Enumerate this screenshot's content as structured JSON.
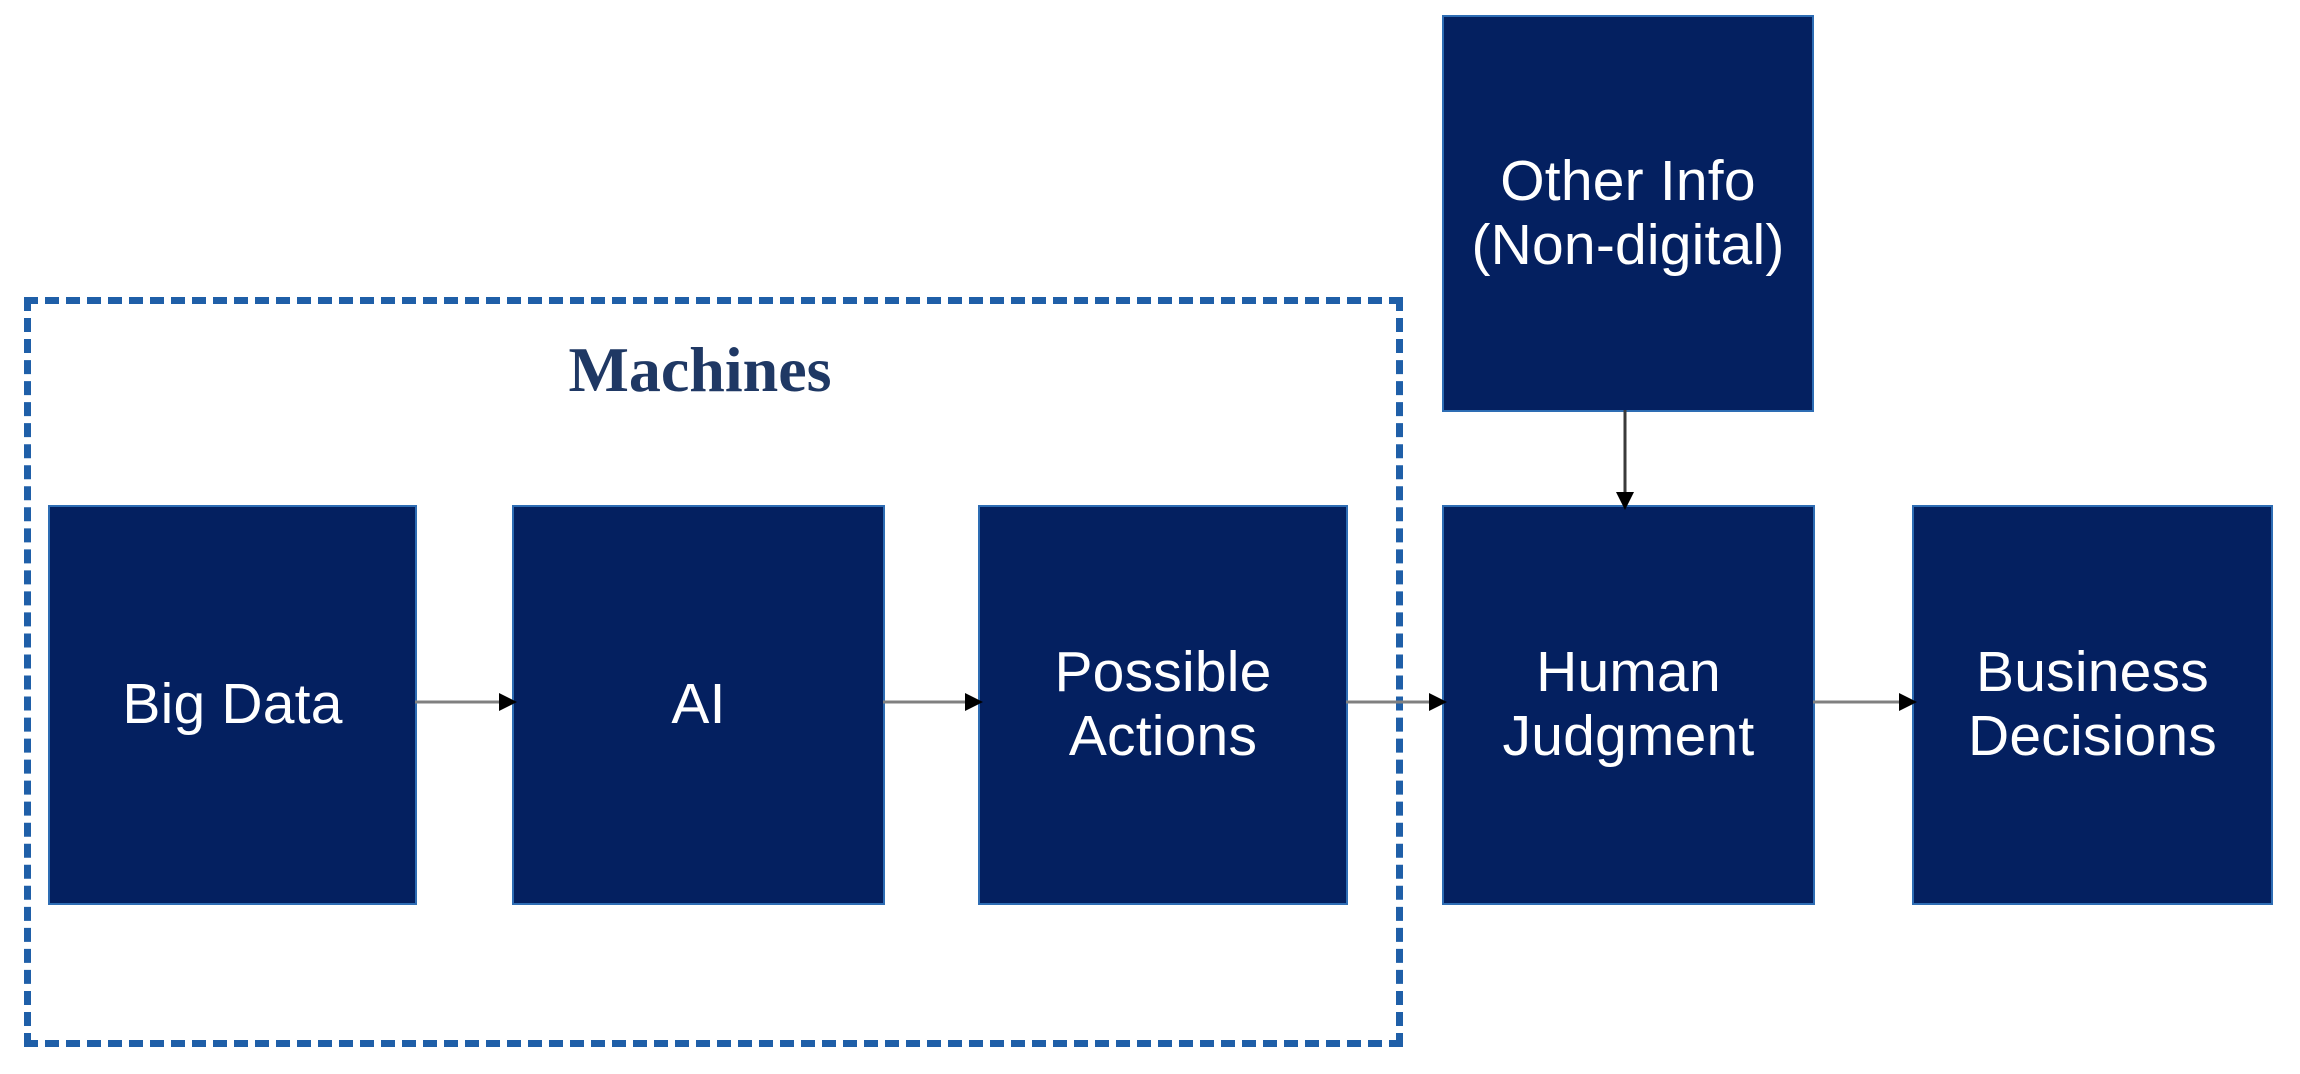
{
  "diagram": {
    "title_hidden": "",
    "group": {
      "name": "machines-group",
      "label": "Machines",
      "border_color": "#1f5fa8",
      "label_color": "#1f3864",
      "border_style": "dashed"
    },
    "node_fill_color": "#042060",
    "node_border_color": "#2e6db4",
    "node_text_color": "#ffffff",
    "connector_line_color": "#808080",
    "connector_head_color": "#000000",
    "nodes": [
      {
        "id": "big-data",
        "label": "Big Data",
        "in_group": true
      },
      {
        "id": "ai",
        "label": "AI",
        "in_group": true
      },
      {
        "id": "possible-actions",
        "label": "Possible\nActions",
        "in_group": true
      },
      {
        "id": "human-judgment",
        "label": "Human\nJudgment",
        "in_group": false
      },
      {
        "id": "business-decisions",
        "label": "Business\nDecisions",
        "in_group": false
      },
      {
        "id": "other-info",
        "label": "Other Info\n(Non-digital)",
        "in_group": false
      }
    ],
    "edges": [
      {
        "id": "bigdata-ai",
        "from": "big-data",
        "to": "ai",
        "direction": "right"
      },
      {
        "id": "ai-actions",
        "from": "ai",
        "to": "possible-actions",
        "direction": "right"
      },
      {
        "id": "actions-human",
        "from": "possible-actions",
        "to": "human-judgment",
        "direction": "right"
      },
      {
        "id": "human-business",
        "from": "human-judgment",
        "to": "business-decisions",
        "direction": "right"
      },
      {
        "id": "otherinfo-human",
        "from": "other-info",
        "to": "human-judgment",
        "direction": "down"
      }
    ]
  }
}
